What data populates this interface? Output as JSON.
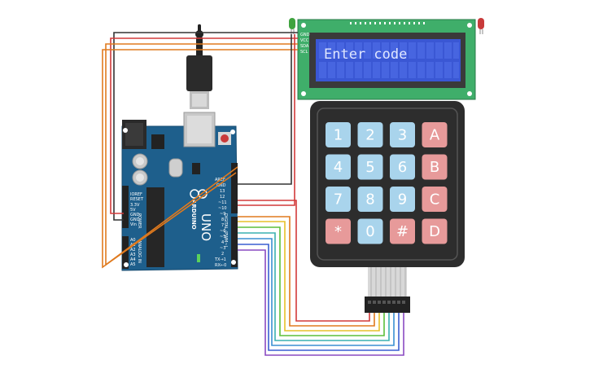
{
  "lcd": {
    "display_text": "Enter code",
    "pin_labels": [
      "GND",
      "VCC",
      "SDA",
      "SCL"
    ]
  },
  "keypad": {
    "keys": [
      {
        "label": "1",
        "type": "digit"
      },
      {
        "label": "2",
        "type": "digit"
      },
      {
        "label": "3",
        "type": "digit"
      },
      {
        "label": "A",
        "type": "letter"
      },
      {
        "label": "4",
        "type": "digit"
      },
      {
        "label": "5",
        "type": "digit"
      },
      {
        "label": "6",
        "type": "digit"
      },
      {
        "label": "B",
        "type": "letter"
      },
      {
        "label": "7",
        "type": "digit"
      },
      {
        "label": "8",
        "type": "digit"
      },
      {
        "label": "9",
        "type": "digit"
      },
      {
        "label": "C",
        "type": "letter"
      },
      {
        "label": "*",
        "type": "symbol"
      },
      {
        "label": "0",
        "type": "digit"
      },
      {
        "label": "#",
        "type": "symbol"
      },
      {
        "label": "D",
        "type": "letter"
      }
    ],
    "colors": {
      "digit": "#a9d4ec",
      "letter": "#e79a9a",
      "symbol": "#e79a9a"
    }
  },
  "arduino": {
    "board_name": "UNO",
    "brand": "ARDUINO",
    "power_pins": [
      "IOREF",
      "RESET",
      "3.3V",
      "5V",
      "GND",
      "GND",
      "Vin"
    ],
    "analog_pins": [
      "A0",
      "A1",
      "A2",
      "A3",
      "A4",
      "A5"
    ],
    "digital_pins": [
      "AREF",
      "GND",
      "13",
      "12",
      "~11",
      "~10",
      "~9",
      "8",
      "7",
      "~6",
      "~5",
      "4",
      "~3",
      "2",
      "TX→1",
      "RX←0"
    ],
    "section_power": "POWER",
    "section_analog": "ANALOG IN",
    "section_digital": "DIGITAL (PWM~)",
    "board_color": "#1e5f8c"
  },
  "leds": {
    "left_color": "#3fa33f",
    "right_color": "#c83a3a"
  },
  "wire_colors": {
    "gnd": "#333333",
    "vcc": "#d23a3a",
    "sda": "#e07a1e",
    "scl": "#e07a1e",
    "row1": "#d23a3a",
    "row2": "#e07a1e",
    "row3": "#e7c02a",
    "row4": "#5bbf3a",
    "col1": "#3ab0b0",
    "col2": "#3a8fd2",
    "col3": "#3a5fd2",
    "col4": "#8a4ac2"
  }
}
